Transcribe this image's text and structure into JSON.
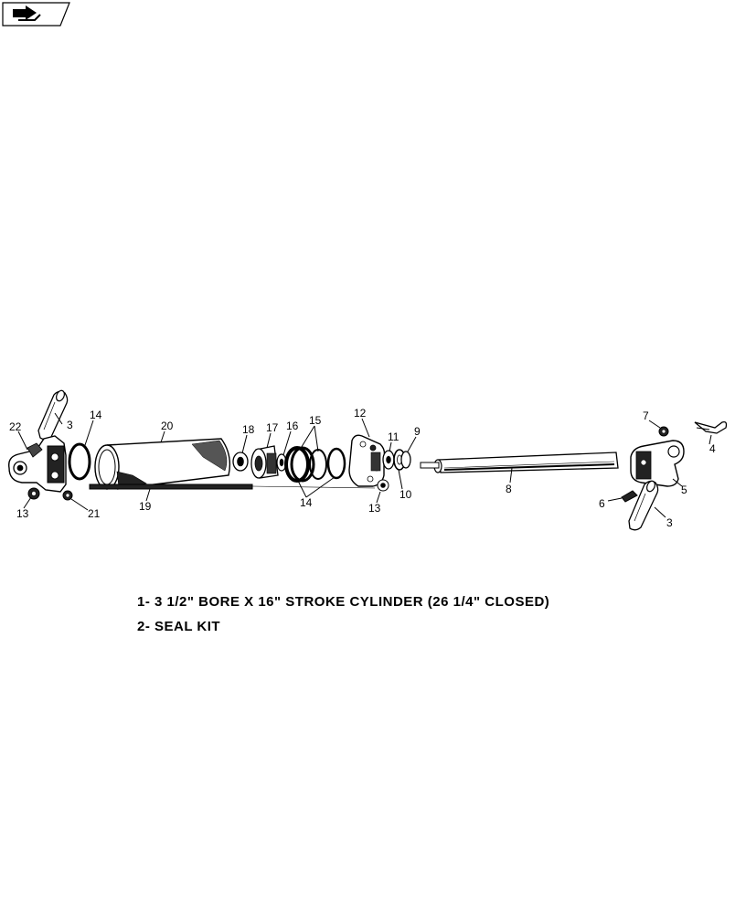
{
  "header": {
    "nav_icon": "arrow-icon"
  },
  "callouts": {
    "c22": "22",
    "c3a": "3",
    "c14a": "14",
    "c20": "20",
    "c18": "18",
    "c17": "17",
    "c16": "16",
    "c15": "15",
    "c12": "12",
    "c11": "11",
    "c9": "9",
    "c7": "7",
    "c4": "4",
    "c13a": "13",
    "c21": "21",
    "c19": "19",
    "c14b": "14",
    "c13b": "13",
    "c10": "10",
    "c8": "8",
    "c5": "5",
    "c6": "6",
    "c3b": "3"
  },
  "captions": [
    "1- 3 1/2\" BORE X 16\" STROKE CYLINDER (26 1/4\" CLOSED)",
    "2- SEAL KIT"
  ]
}
